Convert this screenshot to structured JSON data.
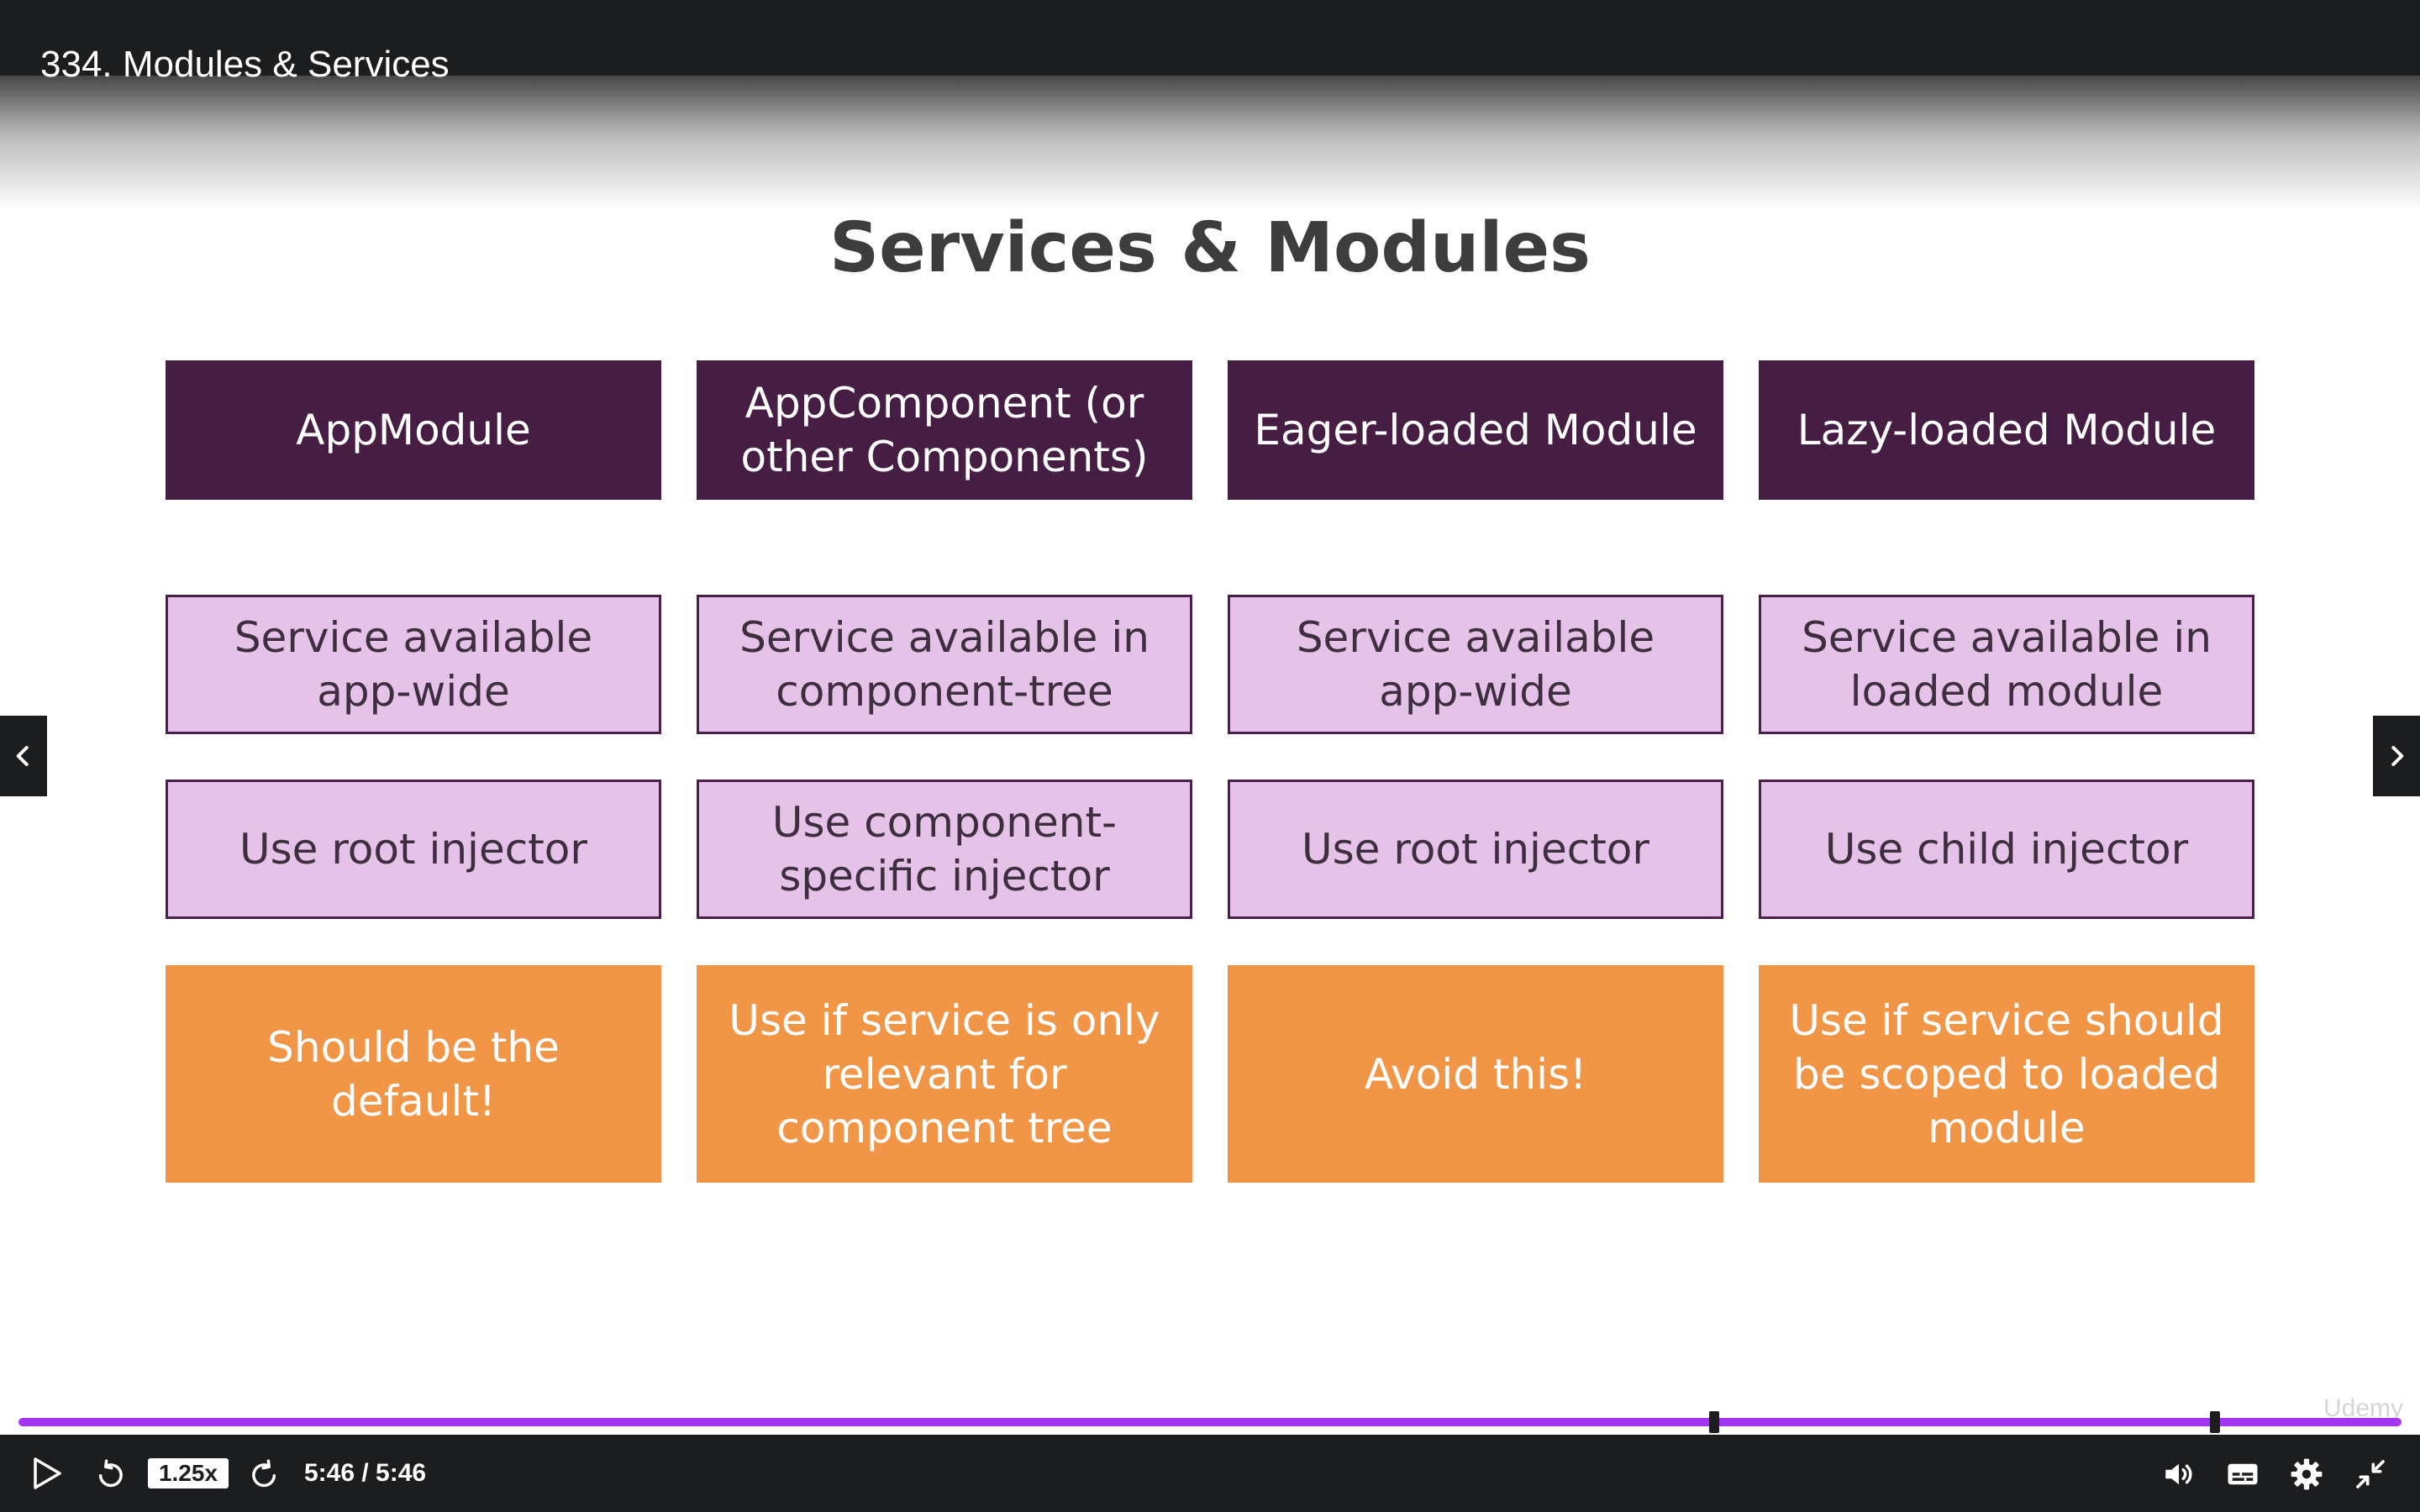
{
  "lecture": {
    "title": "334. Modules & Services"
  },
  "slide": {
    "title": "Services & Modules",
    "columns": [
      {
        "header": "AppModule",
        "availability": "Service available app-wide",
        "injector": "Use root injector",
        "recommendation": "Should be the default!"
      },
      {
        "header": "AppComponent (or other Components)",
        "availability": "Service available in component-tree",
        "injector": "Use component-specific injector",
        "recommendation": "Use if service is only relevant for component tree"
      },
      {
        "header": "Eager-loaded Module",
        "availability": "Service available app-wide",
        "injector": "Use root injector",
        "recommendation": "Avoid this!"
      },
      {
        "header": "Lazy-loaded Module",
        "availability": "Service available in loaded module",
        "injector": "Use child injector",
        "recommendation": "Use if service should be scoped to loaded module"
      }
    ]
  },
  "player": {
    "playback_speed": "1.25x",
    "time": "5:46 / 5:46",
    "progress": 1.0,
    "watermark": "Udemy",
    "icons": {
      "play": "play-icon",
      "rewind": "rewind-icon",
      "forward": "forward-icon",
      "volume": "volume-icon",
      "captions": "captions-icon",
      "settings": "gear-icon",
      "exit_fullscreen": "exit-fullscreen-icon",
      "prev": "chevron-left-icon",
      "next": "chevron-right-icon"
    }
  },
  "colors": {
    "header_box": "#461e44",
    "light_box": "#e5c2e8",
    "orange_box": "#f19547",
    "progress": "#a435f0",
    "player_bar": "#1c1d1f"
  }
}
